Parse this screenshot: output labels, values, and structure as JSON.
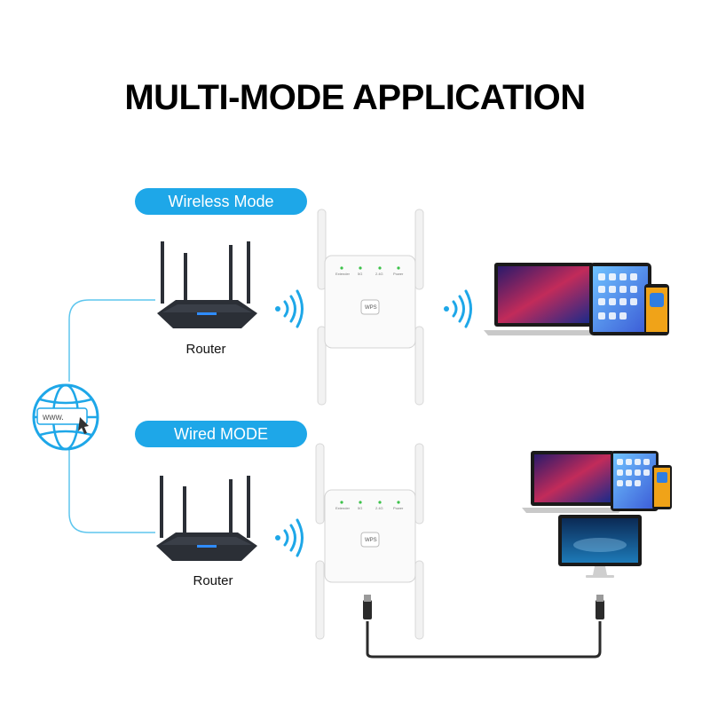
{
  "title": "MULTI-MODE APPLICATION",
  "colors": {
    "accent": "#1ea7e8",
    "router": "#2b2f36",
    "link_line": "#5ec6ee"
  },
  "modes": [
    {
      "label": "Wireless Mode",
      "router_label": "Router"
    },
    {
      "label": "Wired MODE",
      "router_label": "Router"
    }
  ],
  "globe": {
    "text": "www.",
    "icon": "globe-www-icon"
  },
  "extender": {
    "button_label": "WPS",
    "leds": [
      "Extender",
      "5G",
      "2.4G",
      "Power"
    ]
  }
}
